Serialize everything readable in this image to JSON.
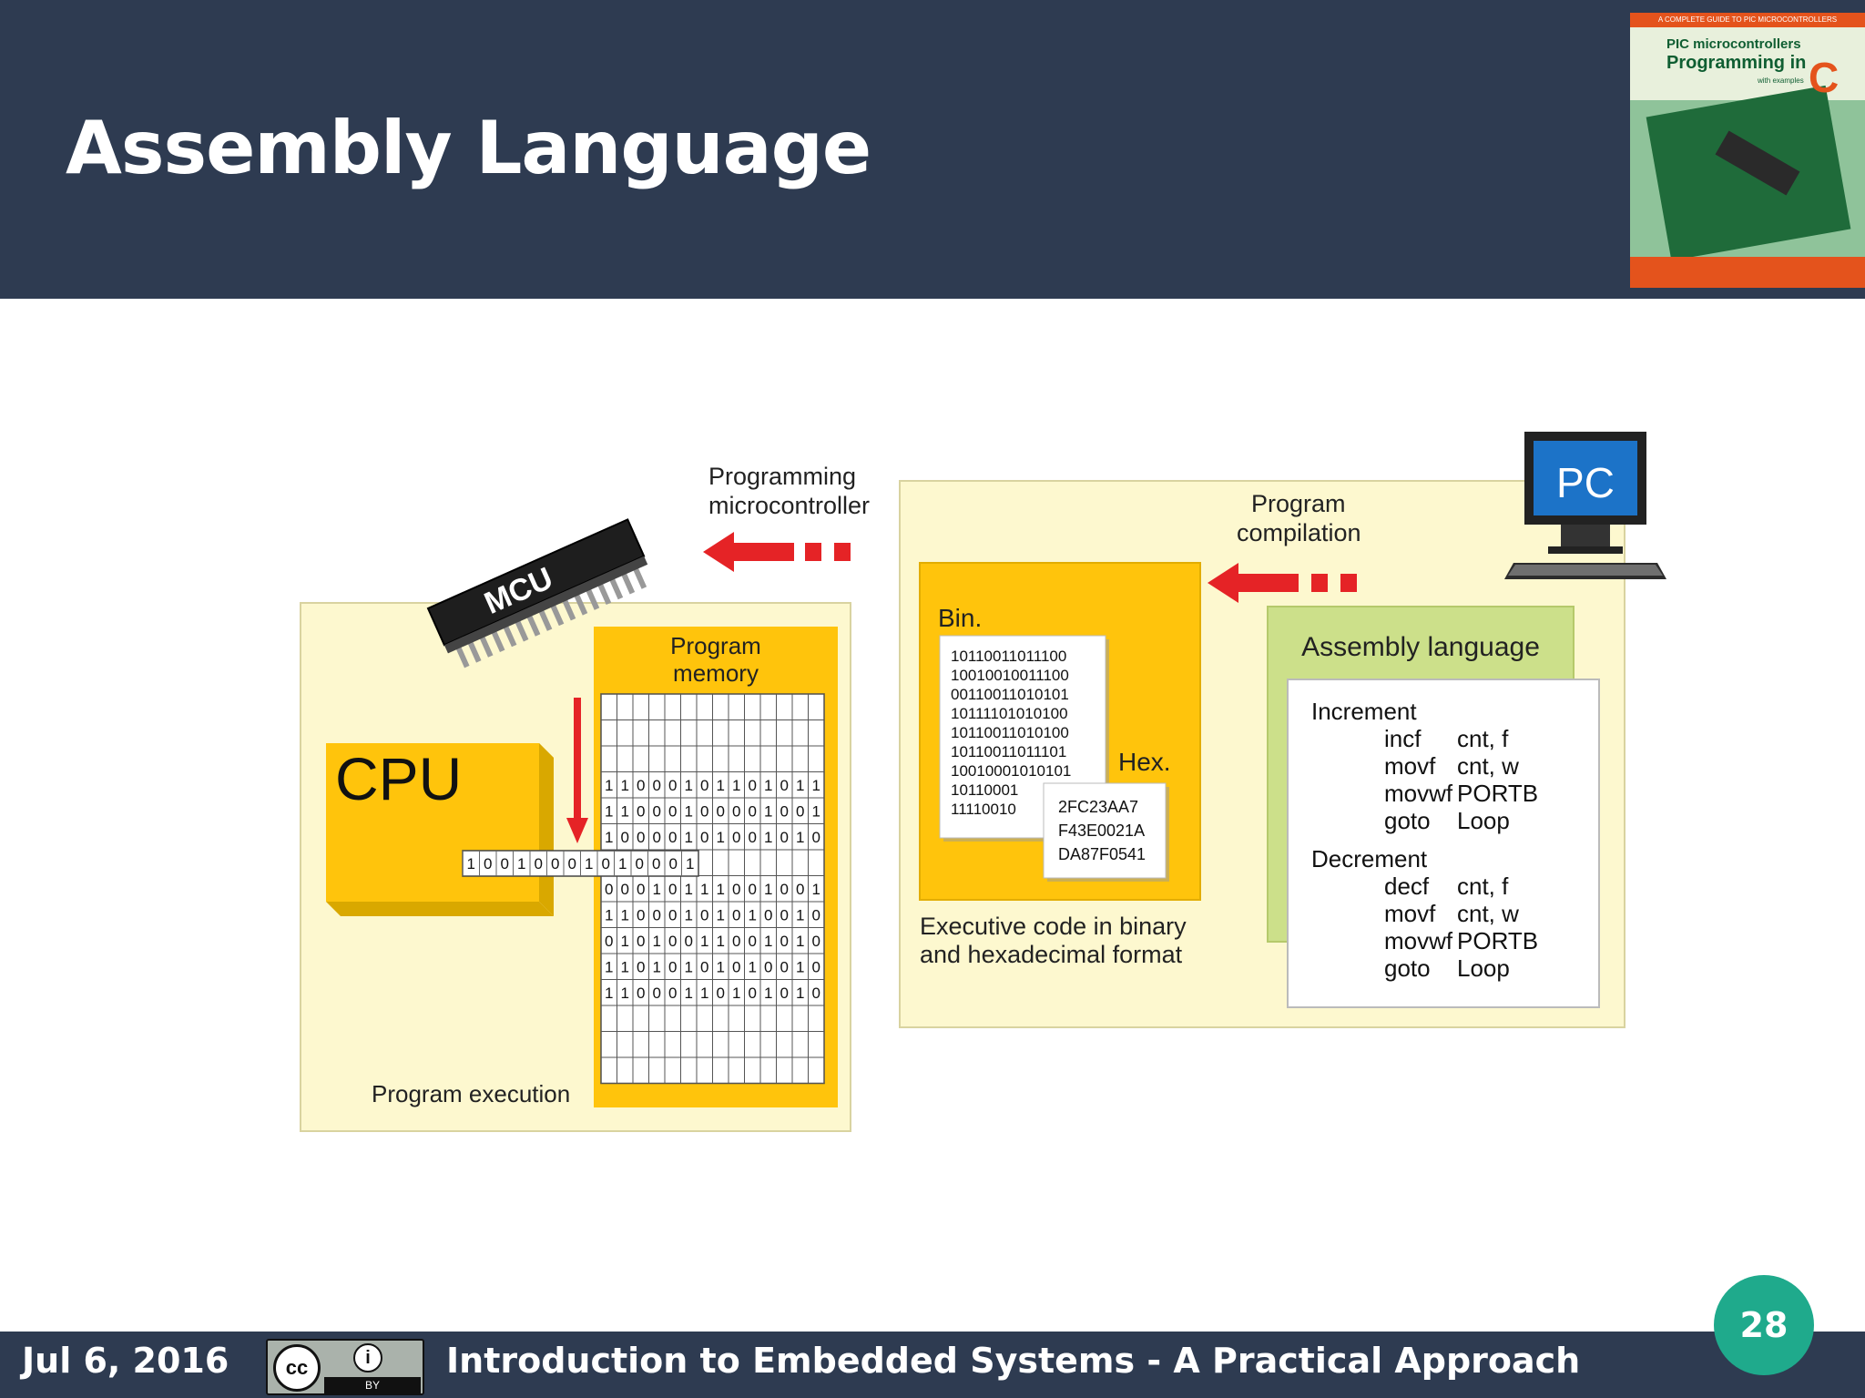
{
  "slide": {
    "title": "Assembly Language",
    "page_number": "28"
  },
  "book_cover": {
    "top_line": "A COMPLETE GUIDE TO PIC MICROCONTROLLERS",
    "line1": "PIC microcontrollers",
    "line2": "Programming in",
    "letter": "C",
    "subtitle": "with examples"
  },
  "footer": {
    "date": "Jul 6, 2016",
    "course": "Introduction to Embedded Systems - A Practical Approach",
    "license_cc": "cc",
    "license_by_icon": "i",
    "license_by": "BY"
  },
  "diagram": {
    "mcu_label": "MCU",
    "cpu_label": "CPU",
    "program_memory": [
      "Program",
      "memory"
    ],
    "program_execution": "Program execution",
    "programming_mc": [
      "Programming",
      "microcontroller"
    ],
    "program_compilation": [
      "Program",
      "compilation"
    ],
    "pc_label": "PC",
    "bin_label": "Bin.",
    "hex_label": "Hex.",
    "bin_lines": [
      "10110011011100",
      "10010010011100",
      "00110011010101",
      "10111101010100",
      "10110011010100",
      "10110011011101",
      "10010001010101",
      "10110001",
      "11110010"
    ],
    "hex_lines": [
      "2FC23AA7",
      "F43E0021A",
      "DA87F0541"
    ],
    "exec_caption": [
      "Executive code in binary",
      "and hexadecimal format"
    ],
    "asm_header": "Assembly language",
    "asm_code": [
      {
        "label": "Increment",
        "op": "",
        "arg": ""
      },
      {
        "label": "",
        "op": "incf",
        "arg": "cnt, f"
      },
      {
        "label": "",
        "op": "movf",
        "arg": "cnt, w"
      },
      {
        "label": "",
        "op": "movwf",
        "arg": "PORTB"
      },
      {
        "label": "",
        "op": "goto",
        "arg": "Loop"
      },
      {
        "label": "Decrement",
        "op": "",
        "arg": ""
      },
      {
        "label": "",
        "op": "decf",
        "arg": "cnt, f"
      },
      {
        "label": "",
        "op": "movf",
        "arg": "cnt, w"
      },
      {
        "label": "",
        "op": "movwf",
        "arg": "PORTB"
      },
      {
        "label": "",
        "op": "goto",
        "arg": "Loop"
      }
    ],
    "memory_rows_top": [
      "11000101101011",
      "11000100001001",
      "10000101001010"
    ],
    "memory_bus_row": "1001000101000 1",
    "memory_rows_bottom": [
      "00010111001001",
      "11000101010010",
      "01010011001010",
      "11010101010010",
      "11000110101010"
    ]
  },
  "colors": {
    "header_bg": "#2e3b51",
    "badge": "#1faa8c",
    "panel_bg": "#fdf8cf",
    "yellow": "#ffc40c",
    "green": "#cce08a",
    "red": "#e52326",
    "pc_screen": "#1c73c8"
  }
}
